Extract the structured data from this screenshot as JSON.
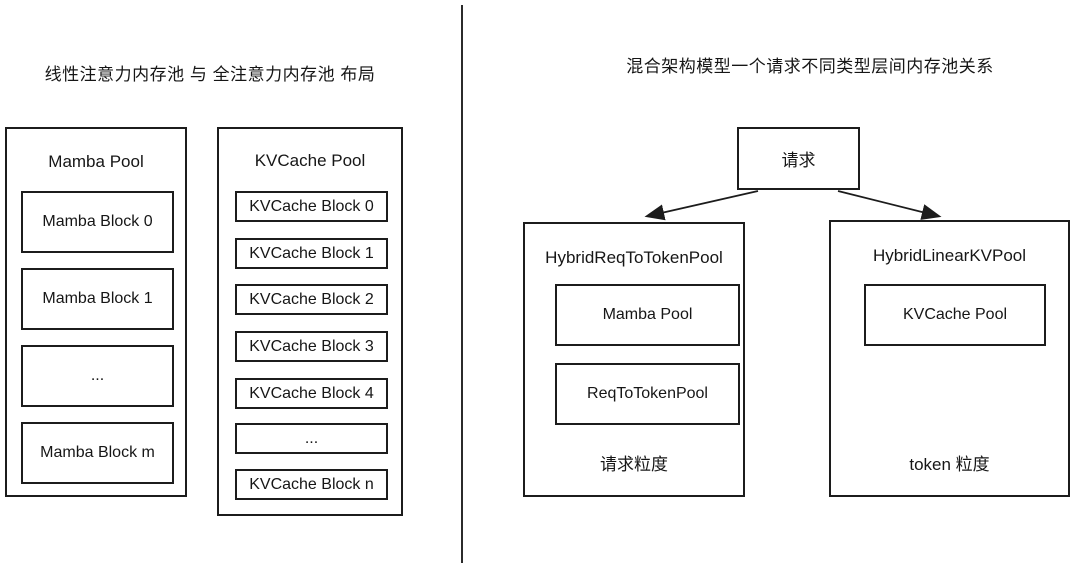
{
  "left_panel": {
    "title": "线性注意力内存池 与 全注意力内存池 布局",
    "mamba_pool": {
      "title": "Mamba Pool",
      "blocks": [
        "Mamba Block 0",
        "Mamba Block 1",
        "...",
        "Mamba Block m"
      ]
    },
    "kvcache_pool": {
      "title": "KVCache Pool",
      "blocks": [
        "KVCache Block 0",
        "KVCache Block 1",
        "KVCache Block 2",
        "KVCache Block 3",
        "KVCache Block 4",
        "...",
        "KVCache Block n"
      ]
    }
  },
  "right_panel": {
    "title": "混合架构模型一个请求不同类型层间内存池关系",
    "request_label": "请求",
    "req_to_token_pool": {
      "title": "HybridReqToTokenPool",
      "children": [
        "Mamba Pool",
        "ReqToTokenPool"
      ],
      "granularity": "请求粒度"
    },
    "linear_kv_pool": {
      "title": "HybridLinearKVPool",
      "children": [
        "KVCache Pool"
      ],
      "granularity": "token 粒度"
    }
  },
  "colors": {
    "background": "#ffffff",
    "line": "#1c1c1c",
    "text": "#161616"
  }
}
